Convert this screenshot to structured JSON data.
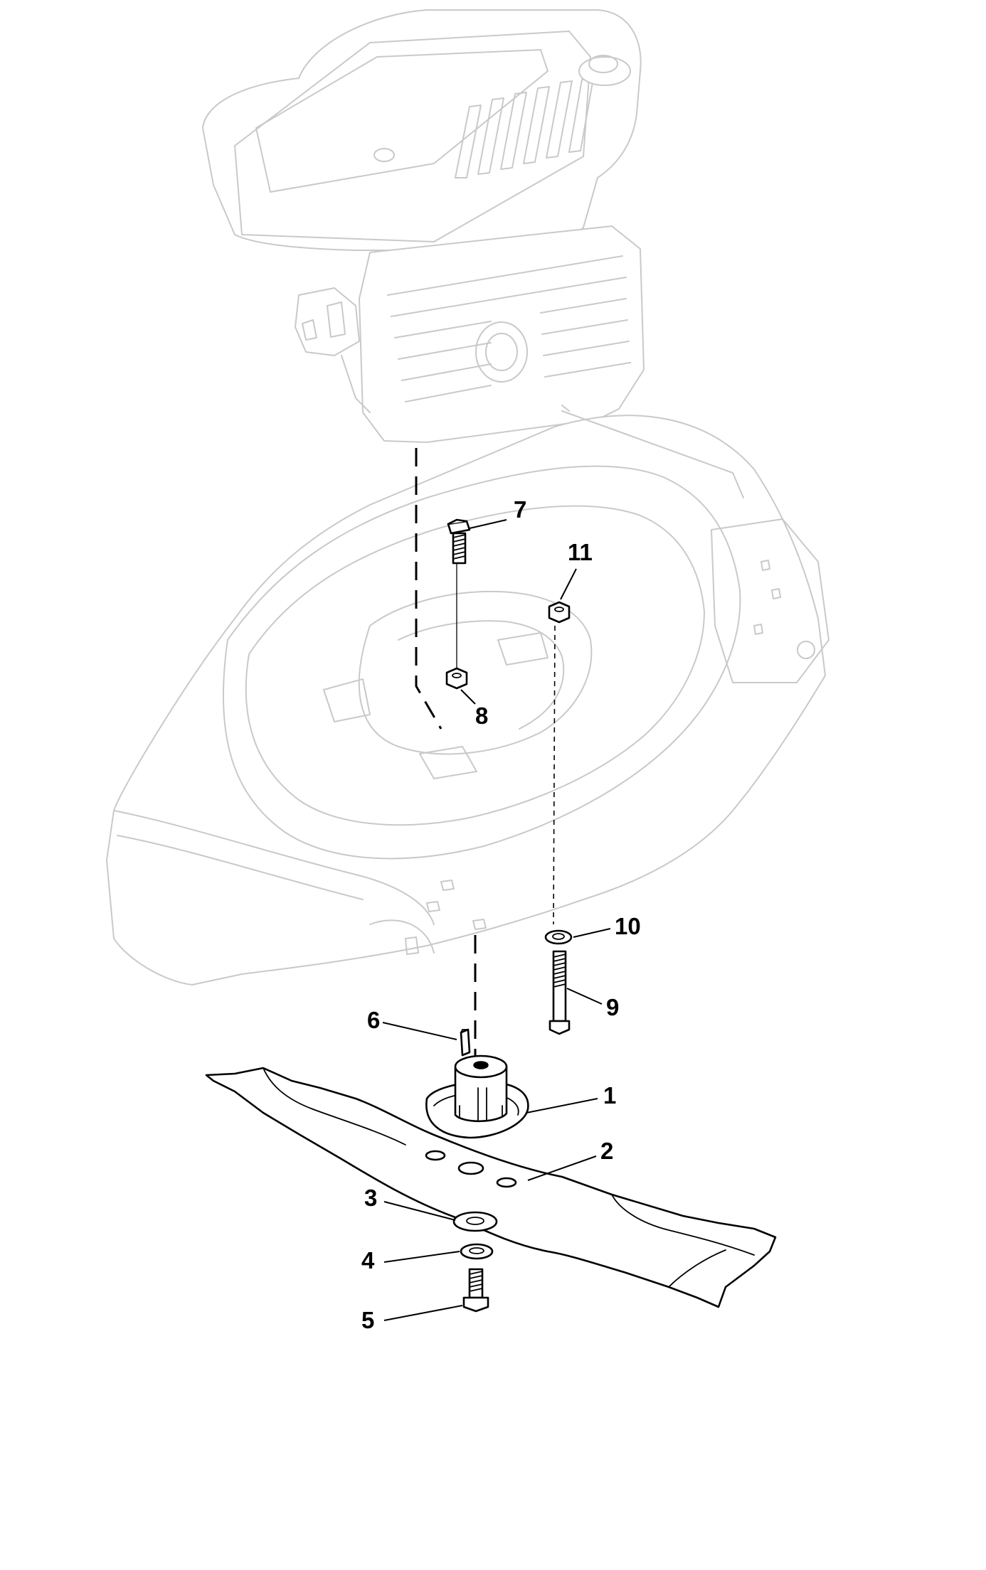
{
  "diagram": {
    "callouts": [
      {
        "id": "1",
        "label": "1"
      },
      {
        "id": "2",
        "label": "2"
      },
      {
        "id": "3",
        "label": "3"
      },
      {
        "id": "4",
        "label": "4"
      },
      {
        "id": "5",
        "label": "5"
      },
      {
        "id": "6",
        "label": "6"
      },
      {
        "id": "7",
        "label": "7"
      },
      {
        "id": "8",
        "label": "8"
      },
      {
        "id": "9",
        "label": "9"
      },
      {
        "id": "10",
        "label": "10"
      },
      {
        "id": "11",
        "label": "11"
      }
    ],
    "colors": {
      "highlighted_parts": "#000000",
      "context_parts": "#c9c9c9",
      "background": "#ffffff"
    }
  }
}
